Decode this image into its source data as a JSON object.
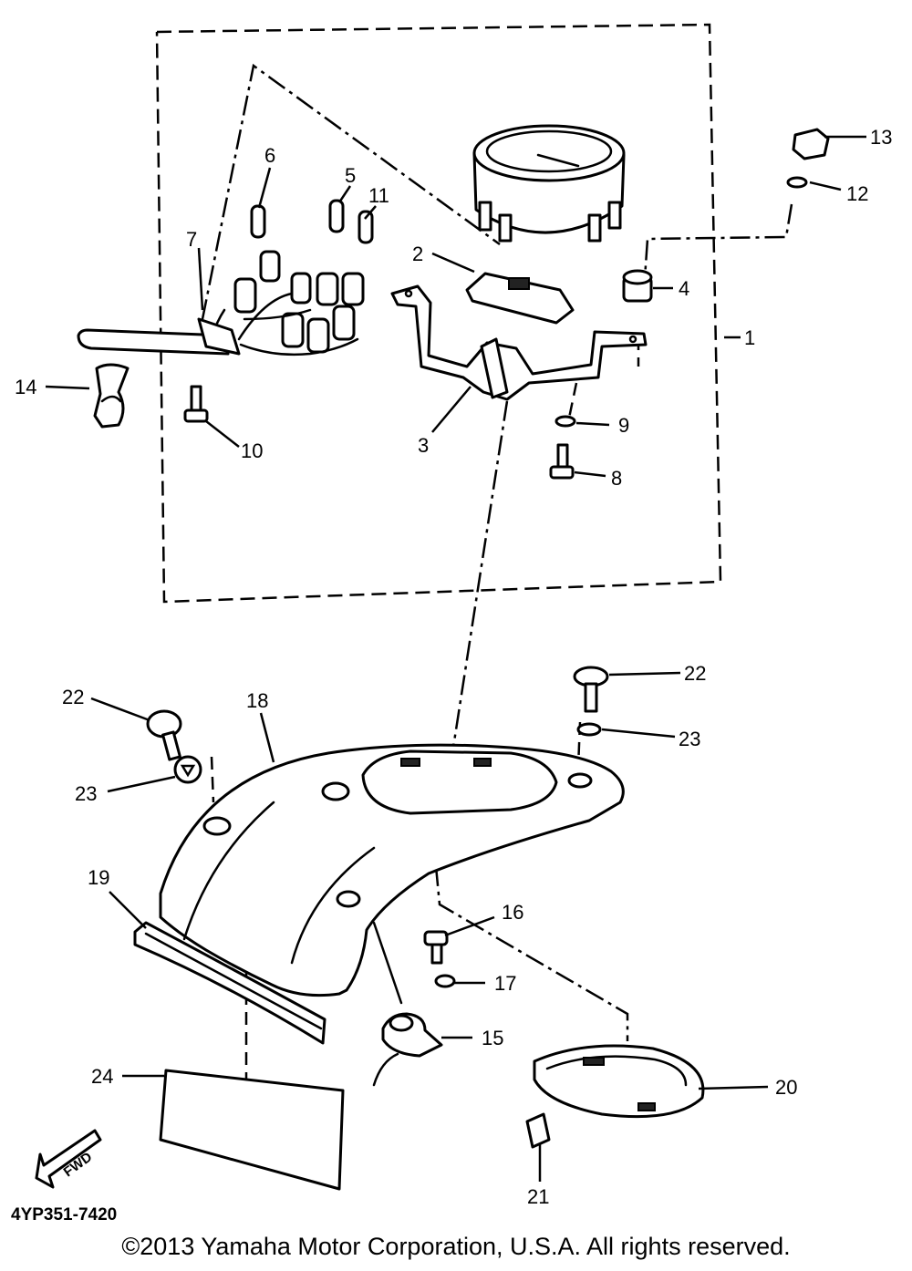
{
  "diagram": {
    "code": "4YP351-7420",
    "copyright": "©2013 Yamaha Motor Corporation, U.S.A. All rights reserved.",
    "fwd_label": "FWD",
    "callouts": {
      "c1": "1",
      "c2": "2",
      "c3": "3",
      "c4": "4",
      "c5": "5",
      "c6": "6",
      "c7": "7",
      "c8": "8",
      "c9": "9",
      "c10": "10",
      "c11": "11",
      "c12": "12",
      "c13": "13",
      "c14": "14",
      "c15": "15",
      "c16": "16",
      "c17": "17",
      "c18": "18",
      "c19": "19",
      "c20": "20",
      "c21": "21",
      "c22a": "22",
      "c22b": "22",
      "c23a": "23",
      "c23b": "23",
      "c24": "24"
    }
  }
}
